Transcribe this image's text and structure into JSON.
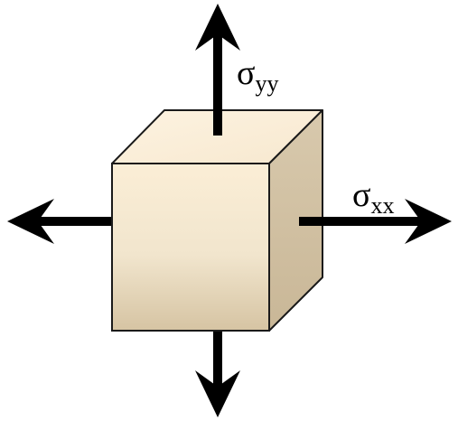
{
  "labels": {
    "sigma_yy": {
      "symbol": "σ",
      "subscript": "yy"
    },
    "sigma_xx": {
      "symbol": "σ",
      "subscript": "xx"
    }
  },
  "colors": {
    "arrow": "#000000",
    "cube_front_top": "#fbeed6",
    "cube_front_mid": "#f2e6cf",
    "cube_front_bottom": "#d9c7a7",
    "cube_top": "#fbefd9",
    "cube_side": "#d3c3a6",
    "outline": "#1a1a1a"
  }
}
